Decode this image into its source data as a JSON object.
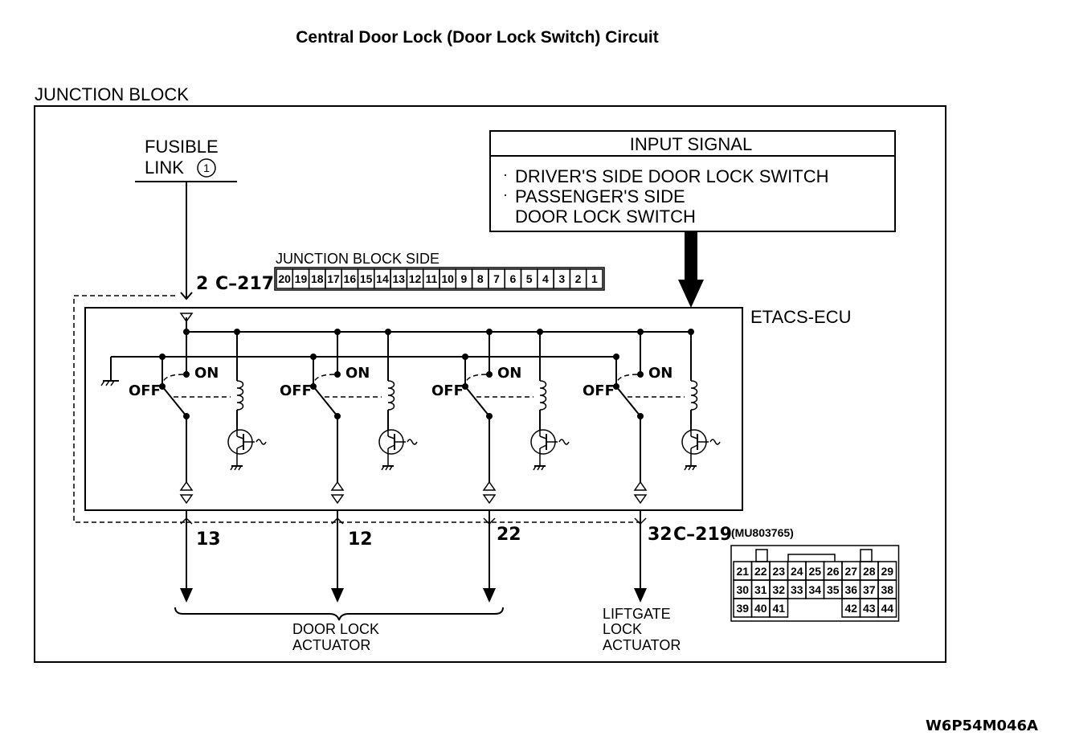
{
  "title": "Central Door Lock (Door Lock Switch) Circuit",
  "junction_block": {
    "label": "JUNCTION BLOCK",
    "fusible_link_line1": "FUSIBLE",
    "fusible_link_line2": "LINK",
    "fusible_link_number": "1",
    "connector_pin": "2",
    "connector_id": "C–217",
    "connector_side_label": "JUNCTION BLOCK SIDE",
    "connector_pins": [
      "20",
      "19",
      "18",
      "17",
      "16",
      "15",
      "14",
      "13",
      "12",
      "11",
      "10",
      "9",
      "8",
      "7",
      "6",
      "5",
      "4",
      "3",
      "2",
      "1"
    ]
  },
  "input_signal": {
    "header": "INPUT SIGNAL",
    "item1": "DRIVER'S SIDE DOOR LOCK SWITCH",
    "item2_line1": "PASSENGER'S SIDE",
    "item2_line2": "DOOR LOCK SWITCH"
  },
  "ecu": {
    "label": "ETACS-ECU",
    "switch_on": "ON",
    "switch_off": "OFF"
  },
  "outputs": {
    "pin_a": "13",
    "pin_b": "12",
    "pin_c": "22",
    "pin_d": "32",
    "connector_id": "C–219",
    "connector_part": "(MU803765)",
    "connector_rows": [
      [
        "21",
        "22",
        "23",
        "24",
        "25",
        "26",
        "27",
        "28",
        "29"
      ],
      [
        "30",
        "31",
        "32",
        "33",
        "34",
        "35",
        "36",
        "37",
        "38"
      ],
      [
        "39",
        "40",
        "41",
        "",
        "",
        "",
        "42",
        "43",
        "44"
      ]
    ],
    "door_lock_line1": "DOOR LOCK",
    "door_lock_line2": "ACTUATOR",
    "liftgate_line1": "LIFTGATE",
    "liftgate_line2": "LOCK",
    "liftgate_line3": "ACTUATOR"
  },
  "figure_code": "W6P54M046A"
}
